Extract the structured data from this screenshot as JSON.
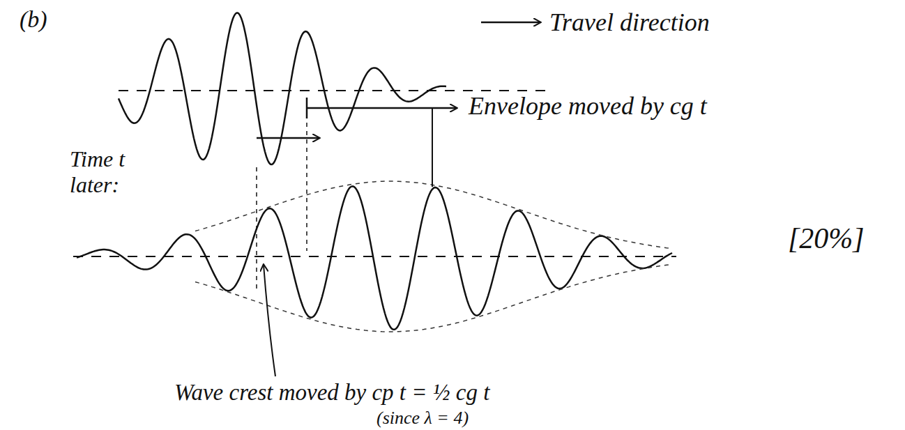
{
  "diagram": {
    "labels": [
      "(b)",
      "Travel direction",
      "Envelope moved by cg t",
      "Time t later:",
      "Wave crest moved by cp t = ½ cg t",
      "(since λ = 4)",
      "[20%]"
    ]
  }
}
